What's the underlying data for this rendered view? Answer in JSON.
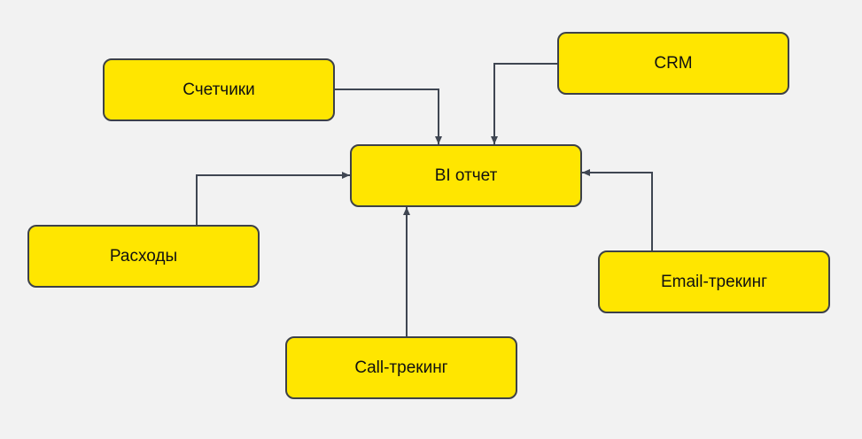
{
  "diagram": {
    "nodes": {
      "schetchiki": "Счетчики",
      "crm": "CRM",
      "bi": "BI отчет",
      "raskhody": "Расходы",
      "email": "Email-трекинг",
      "call": "Call-трекинг"
    },
    "edges": [
      {
        "from": "Счетчики",
        "to": "BI отчет"
      },
      {
        "from": "CRM",
        "to": "BI отчет"
      },
      {
        "from": "Расходы",
        "to": "BI отчет"
      },
      {
        "from": "Email-трекинг",
        "to": "BI отчет"
      },
      {
        "from": "Call-трекинг",
        "to": "BI отчет"
      }
    ],
    "colors": {
      "node_fill": "#ffe600",
      "node_border": "#3d4148",
      "connector": "#3f4652",
      "background": "#f2f2f2"
    }
  }
}
